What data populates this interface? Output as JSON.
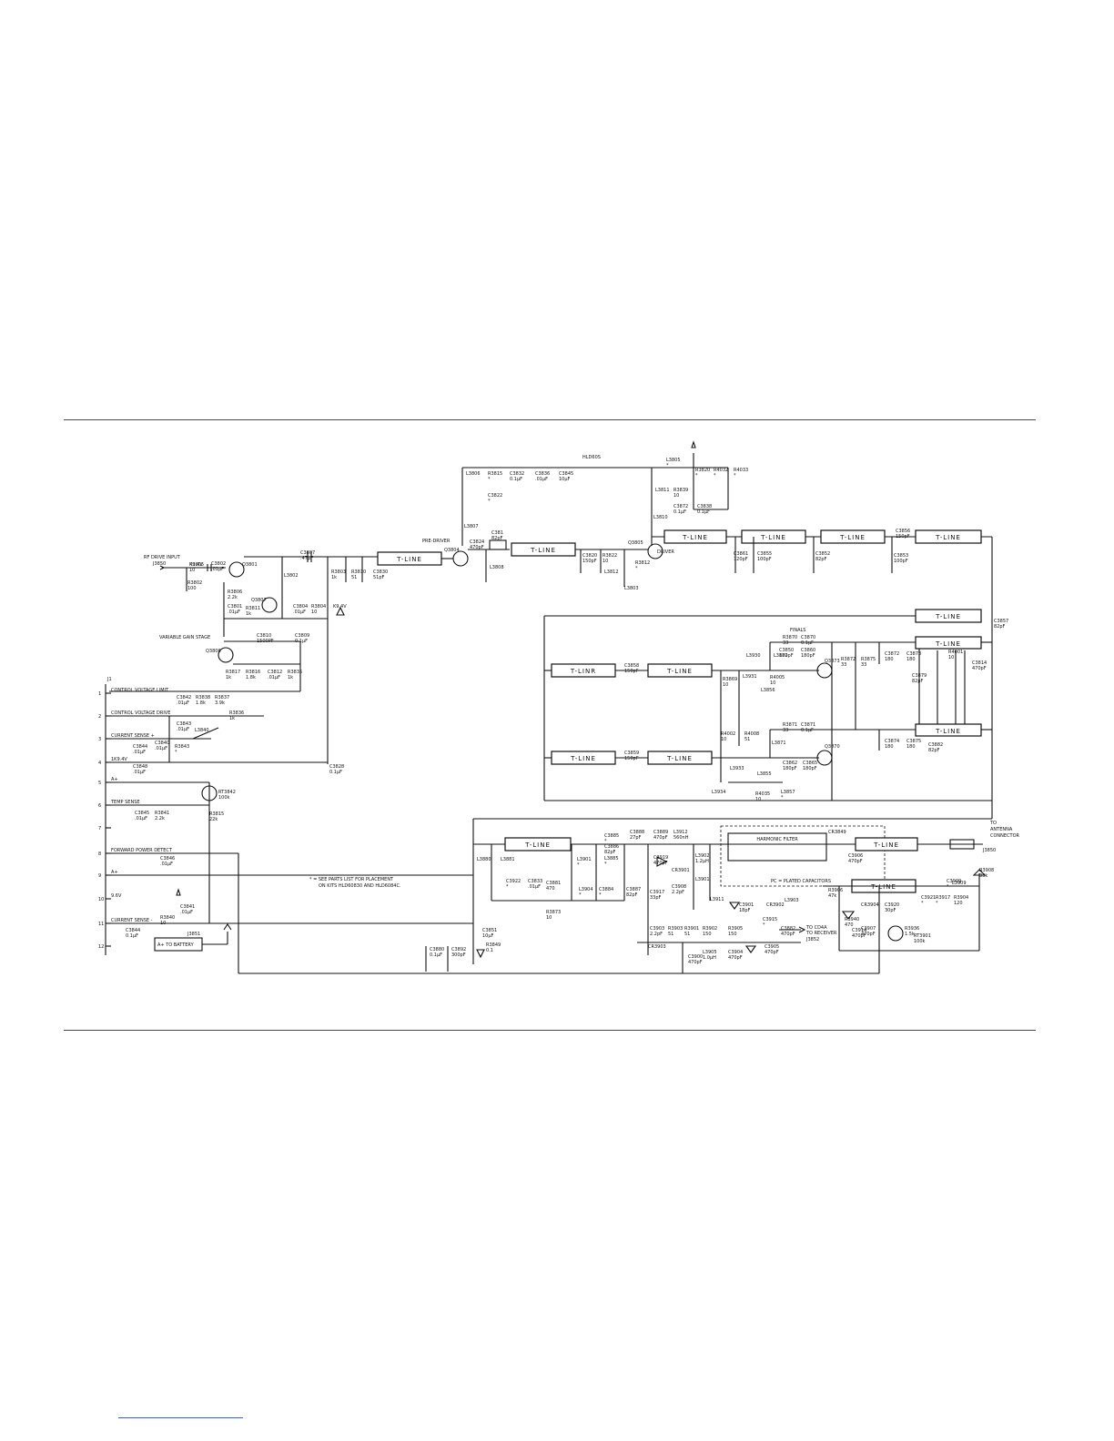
{
  "schematic": {
    "model_label": "HLD60S",
    "rf_drive_input": [
      "RF DRIVE INPUT",
      "J3850"
    ],
    "stage_labels": {
      "pre_driver": "PRE-DRIVER",
      "driver": "DRIVER",
      "finals": "FINALS",
      "variable_gain": "VARIABLE GAIN STAGE",
      "harmonic_filter": "HARMONIC FILTER",
      "plated_caps": "PC = PLATED CAPACITORS",
      "antenna": [
        "TO",
        "ANTENNA",
        "CONNECTOR",
        "J3850"
      ],
      "to_receiver": [
        "TO CD4A",
        "TO RECEIVER",
        "J3852"
      ],
      "battery": "A+ TO BATTERY",
      "battery_ref": "J3851"
    },
    "note": [
      "* = SEE PARTS LIST FOR PLACEMENT",
      "ON KITS HLD60830 AND HLD6084C."
    ],
    "tline_label": "T-LINE",
    "tline_label_alt": "T-LINR",
    "connector": {
      "name": "J1",
      "pins": [
        {
          "num": "1",
          "label": "CONTROL VOLTAGE LIMIT"
        },
        {
          "num": "2",
          "label": "CONTROL VOLTAGE DRIVE"
        },
        {
          "num": "3",
          "label": "CURRENT SENSE +"
        },
        {
          "num": "4",
          "label": "1K9.4V"
        },
        {
          "num": "5",
          "label": "A+"
        },
        {
          "num": "6",
          "label": "TEMP SENSE"
        },
        {
          "num": "7",
          "label": ""
        },
        {
          "num": "8",
          "label": "FORWARD POWER DETECT"
        },
        {
          "num": "9",
          "label": "A+"
        },
        {
          "num": "10",
          "label": "9.6V"
        },
        {
          "num": "11",
          "label": "CURRENT SENSE -"
        },
        {
          "num": "12",
          "label": ""
        }
      ]
    },
    "components": [
      {
        "ref": "R3805",
        "val": "10"
      },
      {
        "ref": "R3802",
        "val": "100"
      },
      {
        "ref": "C3802",
        "val": ".01µF"
      },
      {
        "ref": "Q3801",
        "val": ""
      },
      {
        "ref": "R3806",
        "val": "2.2k"
      },
      {
        "ref": "Q3807",
        "val": ""
      },
      {
        "ref": "L3802",
        "val": ""
      },
      {
        "ref": "C3807",
        "val": ".47µF"
      },
      {
        "ref": "R3803",
        "val": "1k"
      },
      {
        "ref": "R3810",
        "val": "51"
      },
      {
        "ref": "C3830",
        "val": "51pF"
      },
      {
        "ref": "C3801",
        "val": ".01µF"
      },
      {
        "ref": "R3811",
        "val": "1k"
      },
      {
        "ref": "C3804",
        "val": ".01µF"
      },
      {
        "ref": "R3804",
        "val": "10"
      },
      {
        "ref": "K9.4V",
        "val": ""
      },
      {
        "ref": "C3810",
        "val": "1500PF"
      },
      {
        "ref": "C3809",
        "val": "0.1µF"
      },
      {
        "ref": "Q3806",
        "val": ""
      },
      {
        "ref": "R3817",
        "val": "1k"
      },
      {
        "ref": "R3816",
        "val": "1.8k"
      },
      {
        "ref": "C3812",
        "val": ".01µF"
      },
      {
        "ref": "R3835",
        "val": "1k"
      },
      {
        "ref": "C3842",
        "val": ".01µF"
      },
      {
        "ref": "R3838",
        "val": "1.8k"
      },
      {
        "ref": "R3837",
        "val": "3.9k"
      },
      {
        "ref": "R3836",
        "val": "1k"
      },
      {
        "ref": "C3843",
        "val": ".01µF"
      },
      {
        "ref": "L3840",
        "val": ""
      },
      {
        "ref": "C3840",
        "val": ".01µF"
      },
      {
        "ref": "C3844",
        "val": ".01µF"
      },
      {
        "ref": "R3843",
        "val": "*"
      },
      {
        "ref": "C3848",
        "val": ".01µF"
      },
      {
        "ref": "C3828",
        "val": "0.1µF"
      },
      {
        "ref": "RT3842",
        "val": "100k"
      },
      {
        "ref": "R3815",
        "val": "22k"
      },
      {
        "ref": "C3845",
        "val": ".01µF"
      },
      {
        "ref": "R3841",
        "val": "2.2k"
      },
      {
        "ref": "C3846",
        "val": ".01µF"
      },
      {
        "ref": "C3841",
        "val": ".01µF"
      },
      {
        "ref": "R3840",
        "val": "10"
      },
      {
        "ref": "C3844",
        "val": "0.1µF"
      },
      {
        "ref": "Q3804",
        "val": ""
      },
      {
        "ref": "C3824",
        "val": "470pF"
      },
      {
        "ref": "C381",
        "val": "82pF"
      },
      {
        "ref": "L3807",
        "val": ""
      },
      {
        "ref": "L3808",
        "val": ""
      },
      {
        "ref": "L3806",
        "val": ""
      },
      {
        "ref": "R3815",
        "val": "*"
      },
      {
        "ref": "C3822",
        "val": "*"
      },
      {
        "ref": "C3832",
        "val": "0.1µF"
      },
      {
        "ref": "C3836",
        "val": ".01µF"
      },
      {
        "ref": "C3845",
        "val": "10µF"
      },
      {
        "ref": "C3820",
        "val": "150pF"
      },
      {
        "ref": "R3822",
        "val": "10"
      },
      {
        "ref": "L3812",
        "val": ""
      },
      {
        "ref": "L3803",
        "val": ""
      },
      {
        "ref": "Q3805",
        "val": ""
      },
      {
        "ref": "R3812",
        "val": "*"
      },
      {
        "ref": "L3805",
        "val": "*"
      },
      {
        "ref": "R3820",
        "val": "*"
      },
      {
        "ref": "R4032",
        "val": "*"
      },
      {
        "ref": "R4033",
        "val": "*"
      },
      {
        "ref": "L3811",
        "val": ""
      },
      {
        "ref": "R3839",
        "val": "10"
      },
      {
        "ref": "C3872",
        "val": "0.1µF"
      },
      {
        "ref": "C3838",
        "val": "0.1µF"
      },
      {
        "ref": "L3810",
        "val": ""
      },
      {
        "ref": "C3861",
        "val": "120pF"
      },
      {
        "ref": "C3855",
        "val": "100pF"
      },
      {
        "ref": "C3852",
        "val": "82pF"
      },
      {
        "ref": "C3856",
        "val": "150pF"
      },
      {
        "ref": "C3853",
        "val": "100pF"
      },
      {
        "ref": "C3857",
        "val": "82pF"
      },
      {
        "ref": "C3858",
        "val": "150pF"
      },
      {
        "ref": "C3859",
        "val": "150pF"
      },
      {
        "ref": "R3870",
        "val": "33"
      },
      {
        "ref": "C3870",
        "val": "0.1µF"
      },
      {
        "ref": "L3872",
        "val": ""
      },
      {
        "ref": "L3930",
        "val": ""
      },
      {
        "ref": "C3850",
        "val": "180pF"
      },
      {
        "ref": "C3860",
        "val": "180pF"
      },
      {
        "ref": "Q3873",
        "val": ""
      },
      {
        "ref": "R3872",
        "val": "33"
      },
      {
        "ref": "R3875",
        "val": "33"
      },
      {
        "ref": "C3872",
        "val": "180"
      },
      {
        "ref": "C3873",
        "val": "180"
      },
      {
        "ref": "C3879",
        "val": "82pF"
      },
      {
        "ref": "R4001",
        "val": "10"
      },
      {
        "ref": "C3814",
        "val": "470pF"
      },
      {
        "ref": "R3869",
        "val": "10"
      },
      {
        "ref": "L3931",
        "val": ""
      },
      {
        "ref": "R4005",
        "val": "10"
      },
      {
        "ref": "L3856",
        "val": ""
      },
      {
        "ref": "R4002",
        "val": "10"
      },
      {
        "ref": "R4008",
        "val": "51"
      },
      {
        "ref": "R3871",
        "val": "33"
      },
      {
        "ref": "C3871",
        "val": "0.1µF"
      },
      {
        "ref": "L3871",
        "val": ""
      },
      {
        "ref": "C3862",
        "val": "180pF"
      },
      {
        "ref": "C3865",
        "val": "180pF"
      },
      {
        "ref": "Q3870",
        "val": ""
      },
      {
        "ref": "C3874",
        "val": "180"
      },
      {
        "ref": "C3875",
        "val": "180"
      },
      {
        "ref": "C3882",
        "val": "82pF"
      },
      {
        "ref": "L3933",
        "val": ""
      },
      {
        "ref": "L3855",
        "val": ""
      },
      {
        "ref": "L3934",
        "val": ""
      },
      {
        "ref": "R4035",
        "val": "10"
      },
      {
        "ref": "L3857",
        "val": "*"
      },
      {
        "ref": "L3880",
        "val": ""
      },
      {
        "ref": "L3881",
        "val": ""
      },
      {
        "ref": "C3885",
        "val": "*"
      },
      {
        "ref": "C3886",
        "val": "82pF"
      },
      {
        "ref": "L3885",
        "val": "*"
      },
      {
        "ref": "L3901",
        "val": "*"
      },
      {
        "ref": "L3904",
        "val": "*"
      },
      {
        "ref": "C3884",
        "val": "*"
      },
      {
        "ref": "C3887",
        "val": "82pF"
      },
      {
        "ref": "C3888",
        "val": "27pF"
      },
      {
        "ref": "C3889",
        "val": "470pF"
      },
      {
        "ref": "L3912",
        "val": "560nH"
      },
      {
        "ref": "C3919",
        "val": "470pF"
      },
      {
        "ref": "CR3901",
        "val": ""
      },
      {
        "ref": "C3908",
        "val": "2.2pF"
      },
      {
        "ref": "C3917",
        "val": "33pF"
      },
      {
        "ref": "L3902",
        "val": "1.2µH"
      },
      {
        "ref": "L3901",
        "val": ""
      },
      {
        "ref": "L3911",
        "val": ""
      },
      {
        "ref": "C3901",
        "val": "18pF"
      },
      {
        "ref": "CR3902",
        "val": ""
      },
      {
        "ref": "L3903",
        "val": ""
      },
      {
        "ref": "C3915",
        "val": "*"
      },
      {
        "ref": "C3882",
        "val": "470pF"
      },
      {
        "ref": "C3905",
        "val": "470pF"
      },
      {
        "ref": "C3903",
        "val": "2.2pF"
      },
      {
        "ref": "R3903",
        "val": "51"
      },
      {
        "ref": "R3901",
        "val": "51"
      },
      {
        "ref": "R3902",
        "val": "150"
      },
      {
        "ref": "R3905",
        "val": "150"
      },
      {
        "ref": "L3905",
        "val": "1.0µH"
      },
      {
        "ref": "C3904",
        "val": "470pF"
      },
      {
        "ref": "CR3903",
        "val": ""
      },
      {
        "ref": "C3900",
        "val": "470pF"
      },
      {
        "ref": "C3922",
        "val": "*"
      },
      {
        "ref": "C3833",
        "val": ".01µF"
      },
      {
        "ref": "C3881",
        "val": "470"
      },
      {
        "ref": "R3873",
        "val": "10"
      },
      {
        "ref": "C3880",
        "val": "0.1µF"
      },
      {
        "ref": "C3892",
        "val": "300pF"
      },
      {
        "ref": "C3851",
        "val": "10µF"
      },
      {
        "ref": "R3849",
        "val": "0.1"
      },
      {
        "ref": "CR3849",
        "val": ""
      },
      {
        "ref": "C3906",
        "val": "470pF"
      },
      {
        "ref": "R3906",
        "val": "47k"
      },
      {
        "ref": "C3909",
        "val": "*"
      },
      {
        "ref": "L3909",
        "val": ""
      },
      {
        "ref": "R3940",
        "val": "470"
      },
      {
        "ref": "CR3904",
        "val": ""
      },
      {
        "ref": "C3920",
        "val": "30pF"
      },
      {
        "ref": "C3921",
        "val": "*"
      },
      {
        "ref": "R3917",
        "val": "*"
      },
      {
        "ref": "R3904",
        "val": "120"
      },
      {
        "ref": "C3914",
        "val": "470pF"
      },
      {
        "ref": "C3907",
        "val": "470pF"
      },
      {
        "ref": "R3936",
        "val": "1.5k"
      },
      {
        "ref": "RT3901",
        "val": "100k"
      },
      {
        "ref": "R3908",
        "val": "33k"
      },
      {
        "ref": "K9.4V",
        "val": ""
      }
    ]
  }
}
